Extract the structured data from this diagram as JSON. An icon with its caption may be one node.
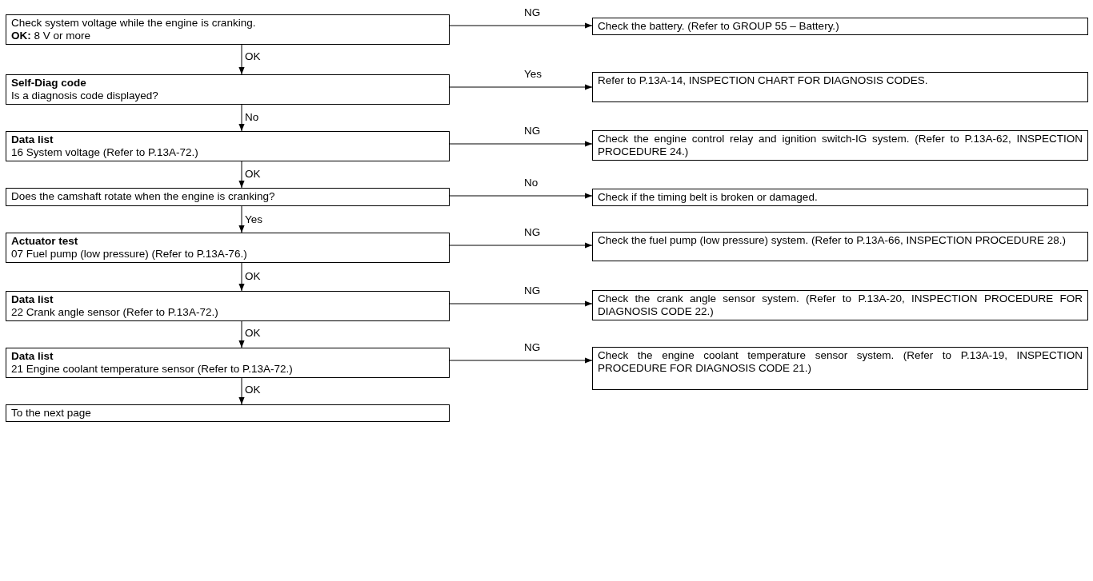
{
  "diagram": {
    "nodes": [
      {
        "text": [
          "Check system voltage while the engine is cranking.",
          "**OK:** 8 V or more"
        ]
      },
      {
        "text": [
          "Check the battery. (Refer to GROUP 55 – Battery.)"
        ]
      },
      {
        "text": [
          "Self-Diag code",
          "Is a diagnosis code displayed?"
        ]
      },
      {
        "text": [
          "Refer to P.13A-14, INSPECTION CHART FOR DIAGNOSIS CODES."
        ]
      },
      {
        "text": [
          "Data list",
          "16 System voltage (Refer to P.13A-72.)"
        ]
      },
      {
        "text": [
          "Check the engine control relay and ignition switch-IG system. (Refer to P.13A-62, INSPECTION PROCEDURE 24.)"
        ]
      },
      {
        "text": [
          "Does the camshaft rotate when the engine is cranking?"
        ]
      },
      {
        "text": [
          "Check if the timing belt is broken or damaged."
        ]
      },
      {
        "text": [
          "Actuator test",
          "07 Fuel pump (low pressure) (Refer to P.13A-76.)"
        ]
      },
      {
        "text": [
          "Check the fuel pump (low pressure) system. (Refer to P.13A-66, INSPECTION PROCEDURE 28.)"
        ]
      },
      {
        "text": [
          "Data list",
          "22 Crank angle sensor (Refer to P.13A-72.)"
        ]
      },
      {
        "text": [
          "Check the crank angle sensor system. (Refer to P.13A-20, INSPECTION PROCEDURE FOR DIAGNOSIS CODE 22.)"
        ]
      },
      {
        "text": [
          "Data list",
          "21 Engine coolant temperature sensor (Refer to P.13A-72.)"
        ]
      },
      {
        "text": [
          "Check the engine coolant temperature sensor system. (Refer to P.13A-19, INSPECTION PROCEDURE FOR DIAGNOSIS CODE 21.)"
        ]
      },
      {
        "text": [
          "To the next page"
        ]
      }
    ],
    "edges": [
      {
        "from": 0,
        "to": 1,
        "arrow": "to",
        "label": "NG"
      },
      {
        "from": 0,
        "to": 2,
        "arrow": "to",
        "label": "OK"
      },
      {
        "from": 2,
        "to": 3,
        "arrow": "to",
        "label": "Yes"
      },
      {
        "from": 2,
        "to": 4,
        "arrow": "to",
        "label": "No"
      },
      {
        "from": 4,
        "to": 5,
        "arrow": "to",
        "label": "NG"
      },
      {
        "from": 4,
        "to": 6,
        "arrow": "to",
        "label": "OK"
      },
      {
        "from": 6,
        "to": 7,
        "arrow": "to",
        "label": "No"
      },
      {
        "from": 6,
        "to": 8,
        "arrow": "to",
        "label": "Yes"
      },
      {
        "from": 8,
        "to": 9,
        "arrow": "to",
        "label": "NG"
      },
      {
        "from": 8,
        "to": 10,
        "arrow": "to",
        "label": "OK"
      },
      {
        "from": 10,
        "to": 11,
        "arrow": "to",
        "label": "NG"
      },
      {
        "from": 10,
        "to": 12,
        "arrow": "to",
        "label": "OK"
      },
      {
        "from": 12,
        "to": 13,
        "arrow": "to",
        "label": "NG"
      },
      {
        "from": 12,
        "to": 14,
        "arrow": "to",
        "label": "OK"
      }
    ]
  }
}
